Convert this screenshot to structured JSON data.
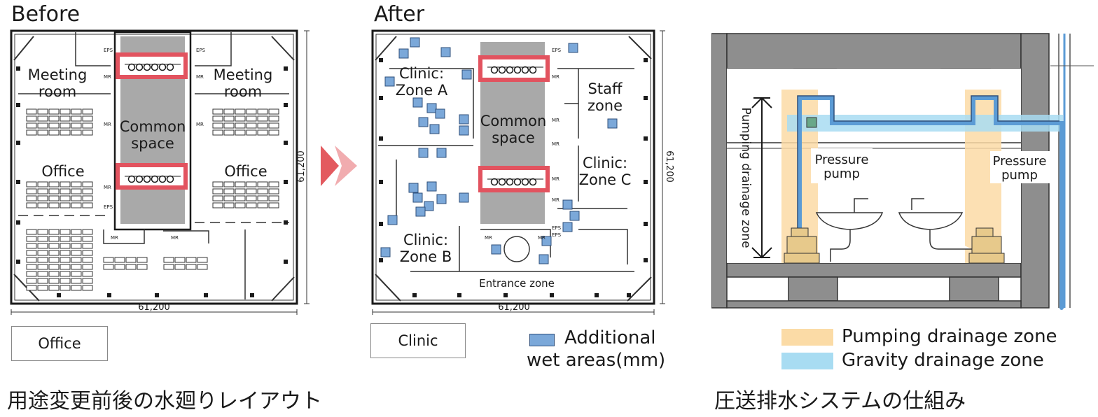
{
  "before": {
    "heading": "Before",
    "rooms": [
      "Meeting\nroom",
      "Meeting\nroom",
      "Common\nspace",
      "Office",
      "Office"
    ],
    "tags": [
      "EPS",
      "MR",
      "MR",
      "MR",
      "EPS",
      "EPS",
      "MR",
      "MR",
      "MR",
      "MR"
    ],
    "dim_w": "61,200",
    "dim_h": "61,200",
    "label": "Office"
  },
  "after": {
    "heading": "After",
    "rooms": [
      "Clinic:\nZone A",
      "Staff\nzone",
      "Common\nspace",
      "Clinic:\nZone C",
      "Clinic:\nZone B",
      "Entrance zone"
    ],
    "tags": [
      "EPS",
      "MR",
      "MR",
      "MR",
      "EPS",
      "EPS",
      "MR",
      "MR",
      "MR",
      "MR"
    ],
    "dim_w": "61,200",
    "dim_h": "61,200",
    "label": "Clinic",
    "legend": "Additional\nwet areas(mm)"
  },
  "section": {
    "pump_left": "Pressure\npump",
    "pump_right": "Pressure\npump",
    "vertical_label": "Pumping drainage zone",
    "legend": [
      {
        "label": "Pumping drainage zone",
        "color": "#fbdba6"
      },
      {
        "label": "Gravity drainage zone",
        "color": "#a8dcf2"
      }
    ]
  },
  "captions": {
    "left": "用途変更前後の水廻りレイアウト",
    "right": "圧送排水システムの仕組み"
  },
  "colors": {
    "highlight": "#e2535f",
    "common": "#a9a9a9",
    "wet": "#7ba8d9",
    "pipe": "#5b9bd5",
    "arrow": "#e35a5f"
  }
}
